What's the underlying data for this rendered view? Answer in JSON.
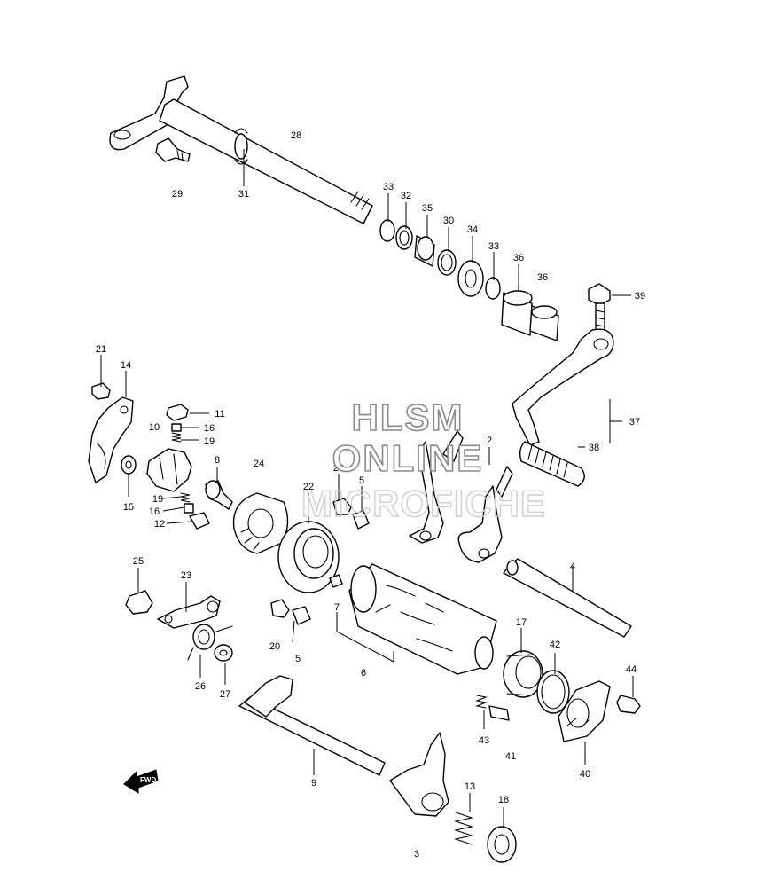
{
  "watermark": {
    "line1": "HLSM",
    "line2": "ONLINE",
    "line3": "MICROFICHE"
  },
  "fwd_label": "FWD",
  "callouts": {
    "c28": "28",
    "c29": "29",
    "c31": "31",
    "c33a": "33",
    "c32": "32",
    "c35": "35",
    "c30": "30",
    "c34": "34",
    "c33b": "33",
    "c36a": "36",
    "c36b": "36",
    "c39": "39",
    "c37": "37",
    "c38": "38",
    "c21": "21",
    "c14": "14",
    "c11": "11",
    "c10": "10",
    "c16a": "16",
    "c19a": "19",
    "c15": "15",
    "c8": "8",
    "c24": "24",
    "c19b": "19",
    "c16b": "16",
    "c12": "12",
    "c20a": "20",
    "c5a": "5",
    "c22": "22",
    "c2": "2",
    "c4": "4",
    "c25": "25",
    "c23": "23",
    "c7": "7",
    "c20b": "20",
    "c5b": "5",
    "c6": "6",
    "c26": "26",
    "c27": "27",
    "c17": "17",
    "c42": "42",
    "c44": "44",
    "c43": "43",
    "c41": "41",
    "c40": "40",
    "c9": "9",
    "c13": "13",
    "c18": "18",
    "c3": "3"
  }
}
